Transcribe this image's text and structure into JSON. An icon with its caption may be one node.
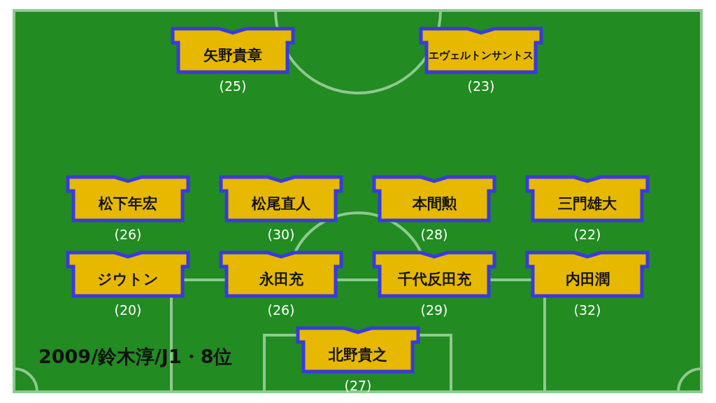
{
  "diagram": {
    "nodes": [
      {
        "text": [
          "矢野貴章"
        ],
        "beside": [
          "(25)"
        ]
      },
      {
        "text": [
          "エヴェルトンサントス"
        ],
        "beside": [
          "(23)"
        ]
      },
      {
        "text": [
          "松下年宏"
        ],
        "beside": [
          "(26)"
        ]
      },
      {
        "text": [
          "松尾直人"
        ],
        "beside": [
          "(30)"
        ]
      },
      {
        "text": [
          "本間勲"
        ],
        "beside": [
          "(28)"
        ]
      },
      {
        "text": [
          "三門雄大"
        ],
        "beside": [
          "(22)"
        ]
      },
      {
        "text": [
          "ジウトン"
        ],
        "beside": [
          "(20)"
        ]
      },
      {
        "text": [
          "永田充"
        ],
        "beside": [
          "(26)"
        ]
      },
      {
        "text": [
          "千代反田充"
        ],
        "beside": [
          "(29)"
        ]
      },
      {
        "text": [
          "内田潤"
        ],
        "beside": [
          "(32)"
        ]
      },
      {
        "text": [
          "北野貴之"
        ],
        "beside": [
          "(27)"
        ]
      }
    ],
    "labels": [
      "2009/鈴木淳/J1・8位"
    ]
  }
}
